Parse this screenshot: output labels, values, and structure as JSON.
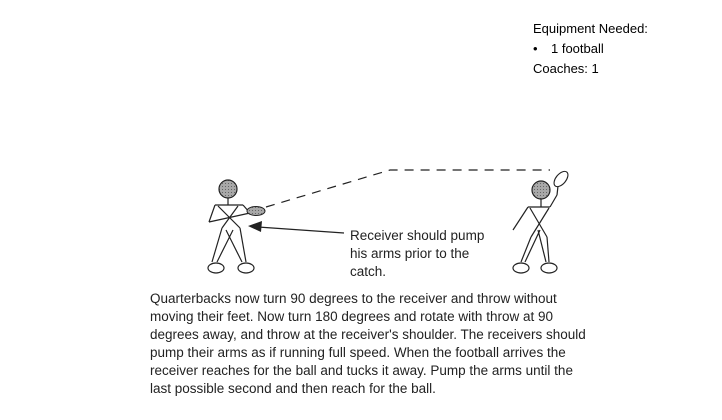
{
  "equipment": {
    "heading": "Equipment Needed:",
    "bullet": "•",
    "items": [
      "1 football"
    ],
    "coaches": "Coaches:  1"
  },
  "diagram": {
    "caption_lines": [
      "Receiver should pump",
      "his arms prior to the",
      "catch."
    ]
  },
  "description_lines": [
    "Quarterbacks now turn 90 degrees to the receiver and throw without",
    "moving their feet.  Now turn 180 degrees and rotate with throw at 90",
    "degrees away, and throw at the receiver's shoulder.  The receivers should",
    "pump their arms as if running full speed.  When the football arrives the",
    "receiver reaches for the ball and tucks it away.  Pump the arms until the",
    "last possible second and then reach for the ball."
  ]
}
